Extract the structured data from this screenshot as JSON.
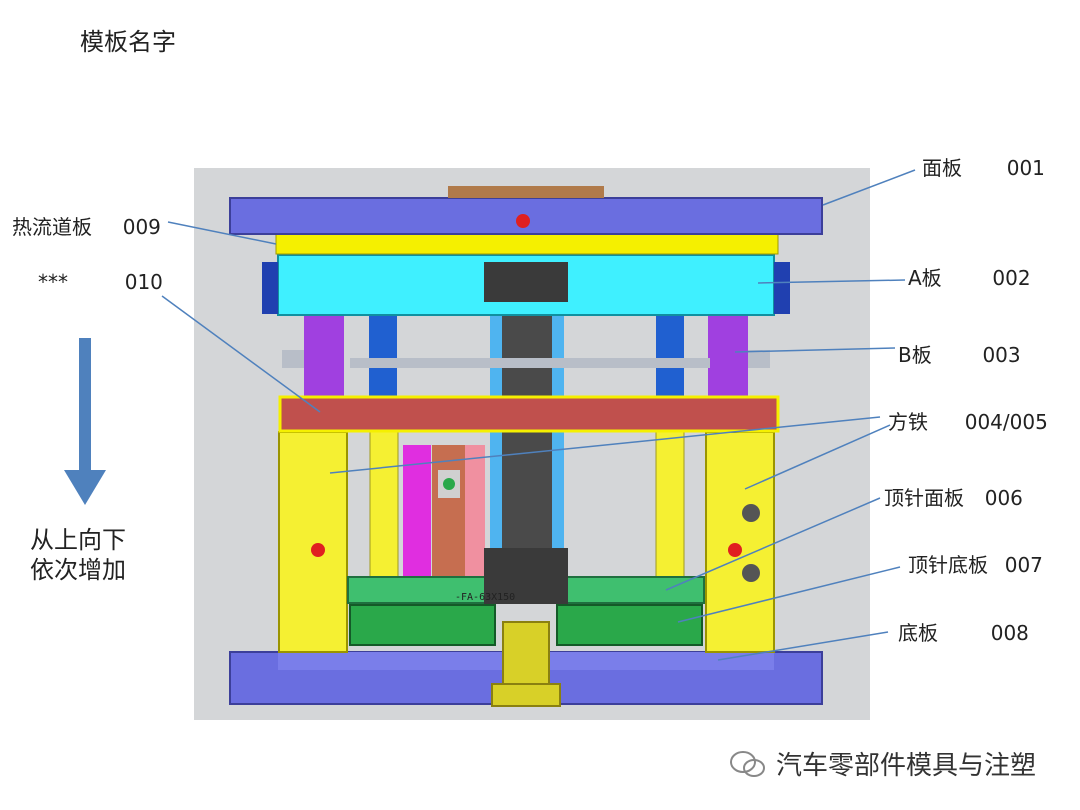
{
  "title": "模板名字",
  "labels": [
    {
      "id": "001",
      "name": "面板",
      "code": "001"
    },
    {
      "id": "002",
      "name": "A板",
      "code": "002"
    },
    {
      "id": "003",
      "name": "B板",
      "code": "003"
    },
    {
      "id": "004",
      "name": "方铁",
      "code": "004/005"
    },
    {
      "id": "006",
      "name": "顶针面板",
      "code": "006"
    },
    {
      "id": "007",
      "name": "顶针底板",
      "code": "007"
    },
    {
      "id": "008",
      "name": "底板",
      "code": "008"
    },
    {
      "id": "009",
      "name": "热流道板",
      "code": "009"
    },
    {
      "id": "010",
      "name": "***",
      "code": "010"
    }
  ],
  "note_line1": "从上向下",
  "note_line2": "依次增加",
  "watermark": "汽车零部件模具与注塑",
  "part_marking": "-FA-63X150",
  "colors": {
    "clamp_plate": "#6a6ee0",
    "hot_runner": "#f5f000",
    "a_plate": "#3ff0ff",
    "spacer_plate": "#c0504d",
    "support_block": "#f5f032",
    "ejector_plate": "#3fbf6f",
    "ejector_bottom": "#2aa84a",
    "arrow": "#4f81bd"
  }
}
